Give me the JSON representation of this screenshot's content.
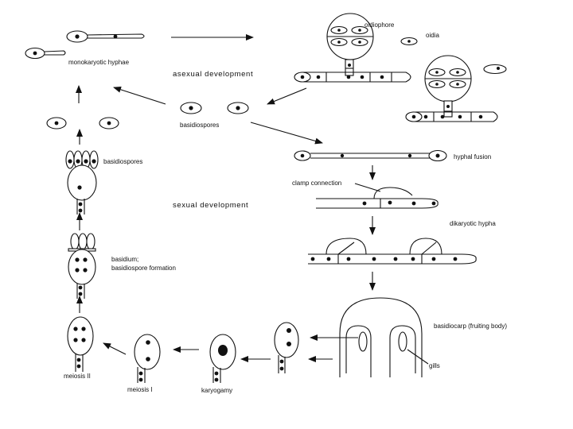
{
  "labels": {
    "oidiophore": "oidiophore",
    "oidia": "oidia",
    "monokaryotic_hyphae": "monokaryotic hyphae",
    "asexual_development": "asexual development",
    "basidiospores_center": "basidiospores",
    "basidiospores_left": "basidiospores",
    "hyphal_fusion": "hyphal fusion",
    "clamp_connection": "clamp connection",
    "sexual_development": "sexual development",
    "dikaryotic_hypha": "dikaryotic hypha",
    "basidium_line1": "basidium;",
    "basidium_line2": "basidiospore formation",
    "basidiocarp": "basidiocarp (fruiting body)",
    "gills": "gills",
    "meiosis_ii": "meiosis II",
    "meiosis_i": "meiosis I",
    "karyogamy": "karyogamy"
  }
}
